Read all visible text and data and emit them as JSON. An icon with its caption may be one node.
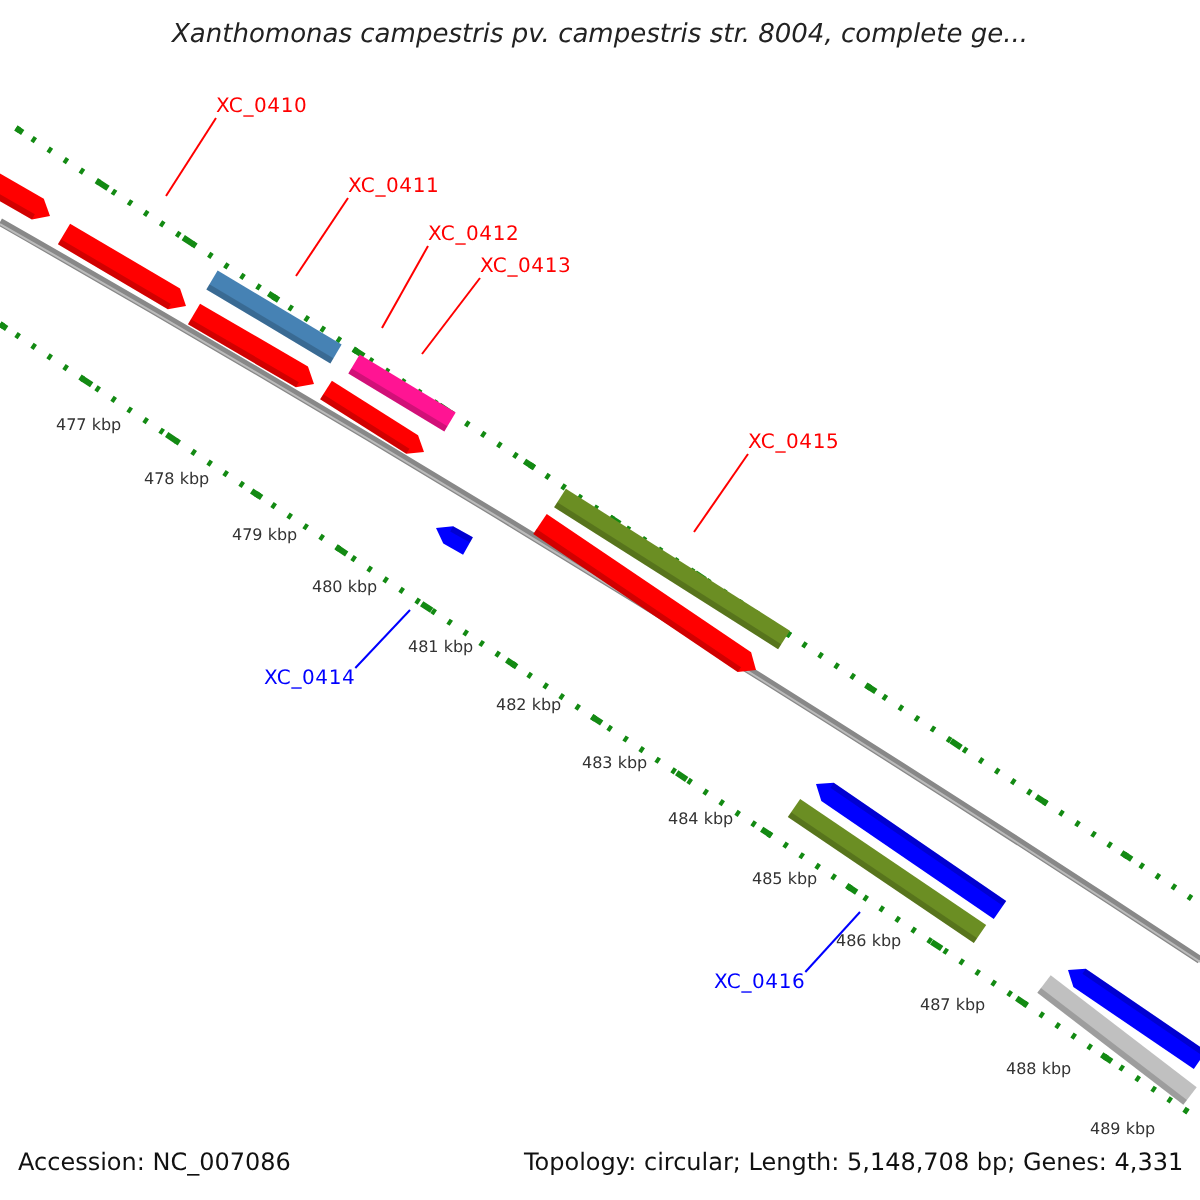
{
  "diagram": {
    "title": "Xanthomonas campestris pv. campestris str. 8004, complete ge...",
    "nodes": [
      {
        "text": [
          "XC_0410"
        ]
      },
      {
        "text": [
          "XC_0411"
        ]
      },
      {
        "text": [
          "XC_0412"
        ]
      },
      {
        "text": [
          "XC_0413"
        ]
      },
      {
        "text": [
          "XC_0415"
        ]
      },
      {
        "text": [
          "XC_0414"
        ]
      },
      {
        "text": [
          "XC_0416"
        ]
      }
    ],
    "edges": [
      {
        "from": 0,
        "to": null,
        "arrow": "none"
      },
      {
        "from": 1,
        "to": null,
        "arrow": "none"
      },
      {
        "from": 2,
        "to": null,
        "arrow": "none"
      },
      {
        "from": 3,
        "to": null,
        "arrow": "none"
      },
      {
        "from": 4,
        "to": null,
        "arrow": "none"
      },
      {
        "from": 5,
        "to": null,
        "arrow": "none",
        "color": "#0000ff"
      },
      {
        "from": 6,
        "to": null,
        "arrow": "none",
        "color": "#0000ff"
      }
    ],
    "labels": [
      "477 kbp",
      "478 kbp",
      "479 kbp",
      "480 kbp",
      "481 kbp",
      "482 kbp",
      "483 kbp",
      "484 kbp",
      "485 kbp",
      "486 kbp",
      "487 kbp",
      "488 kbp",
      "489 kbp",
      "Accession: NC_007086",
      "Topology: circular; Length: 5,148,708 bp; Genes: 4,331"
    ]
  }
}
